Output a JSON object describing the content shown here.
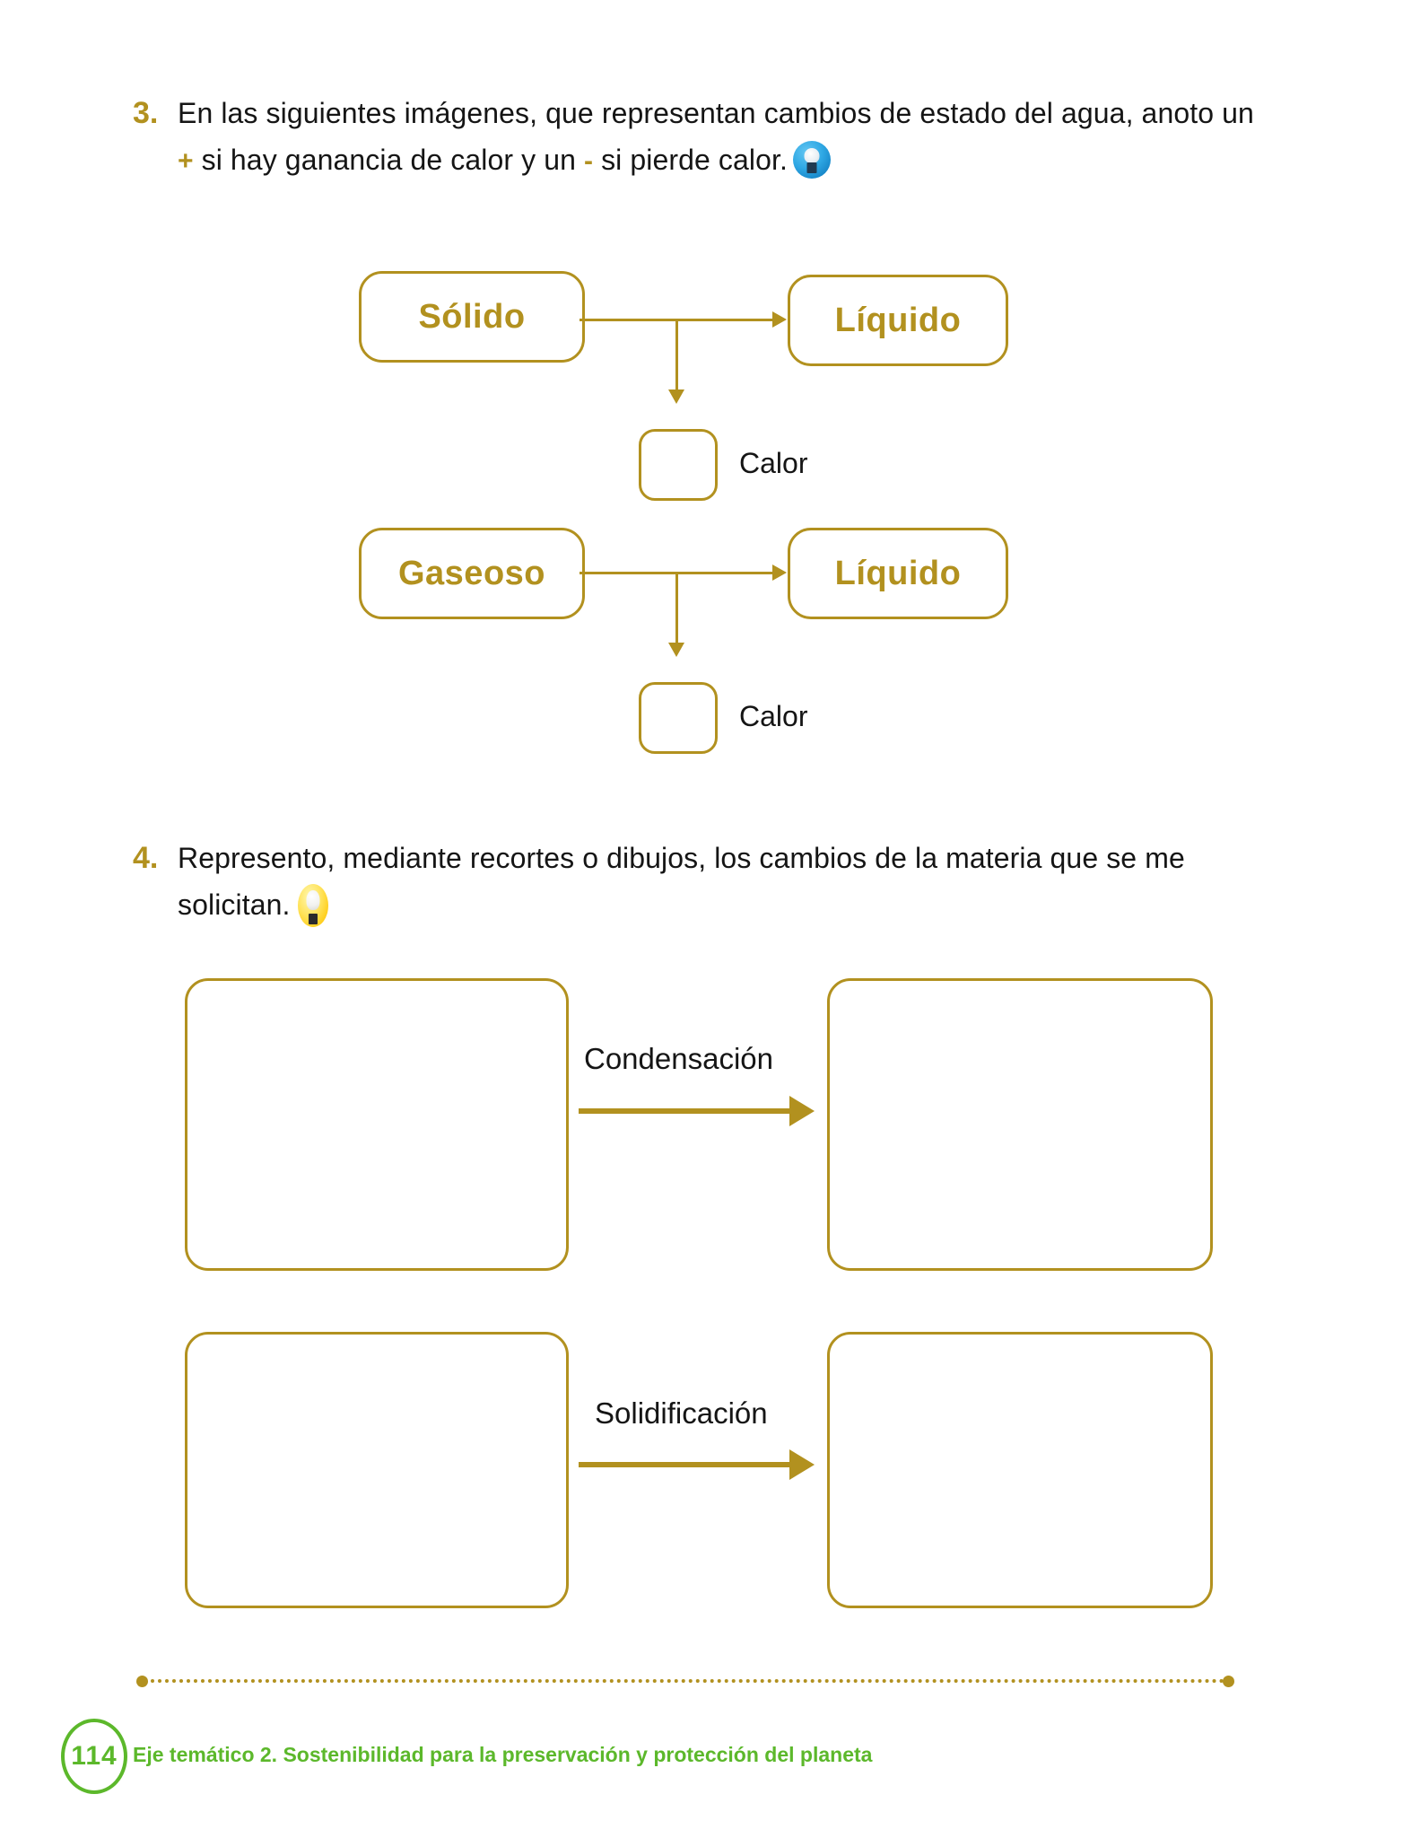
{
  "page": {
    "number": "114",
    "footer_text": "Eje temático 2. Sostenibilidad para la preservación  y protección del planeta",
    "accent_gold": "#b2911f",
    "accent_green": "#5cb82b",
    "background": "#ffffff"
  },
  "exercises": [
    {
      "number": "3.",
      "text_part_1": "En las siguientes imágenes, que representan cambios de estado del agua, anoto un ",
      "plus_symbol": "+",
      "text_part_2": " si hay ganancia de calor y un ",
      "minus_symbol": "-",
      "text_part_3": " si pierde calor.",
      "icon": "lightbulb-blue-icon",
      "diagram": {
        "rows": [
          {
            "source_label": "Sólido",
            "target_label": "Líquido",
            "branch_label": "Calor",
            "answer_value": ""
          },
          {
            "source_label": "Gaseoso",
            "target_label": "Líquido",
            "branch_label": "Calor",
            "answer_value": ""
          }
        ]
      }
    },
    {
      "number": "4.",
      "text_part_1": "Represento, mediante recortes o dibujos, los cambios de la materia que se me solicitan.",
      "icon": "lightbulb-yellow-icon",
      "pairs": [
        {
          "change_label": "Condensación",
          "left_drawing": "",
          "right_drawing": ""
        },
        {
          "change_label": "Solidificación",
          "left_drawing": "",
          "right_drawing": ""
        }
      ]
    }
  ]
}
